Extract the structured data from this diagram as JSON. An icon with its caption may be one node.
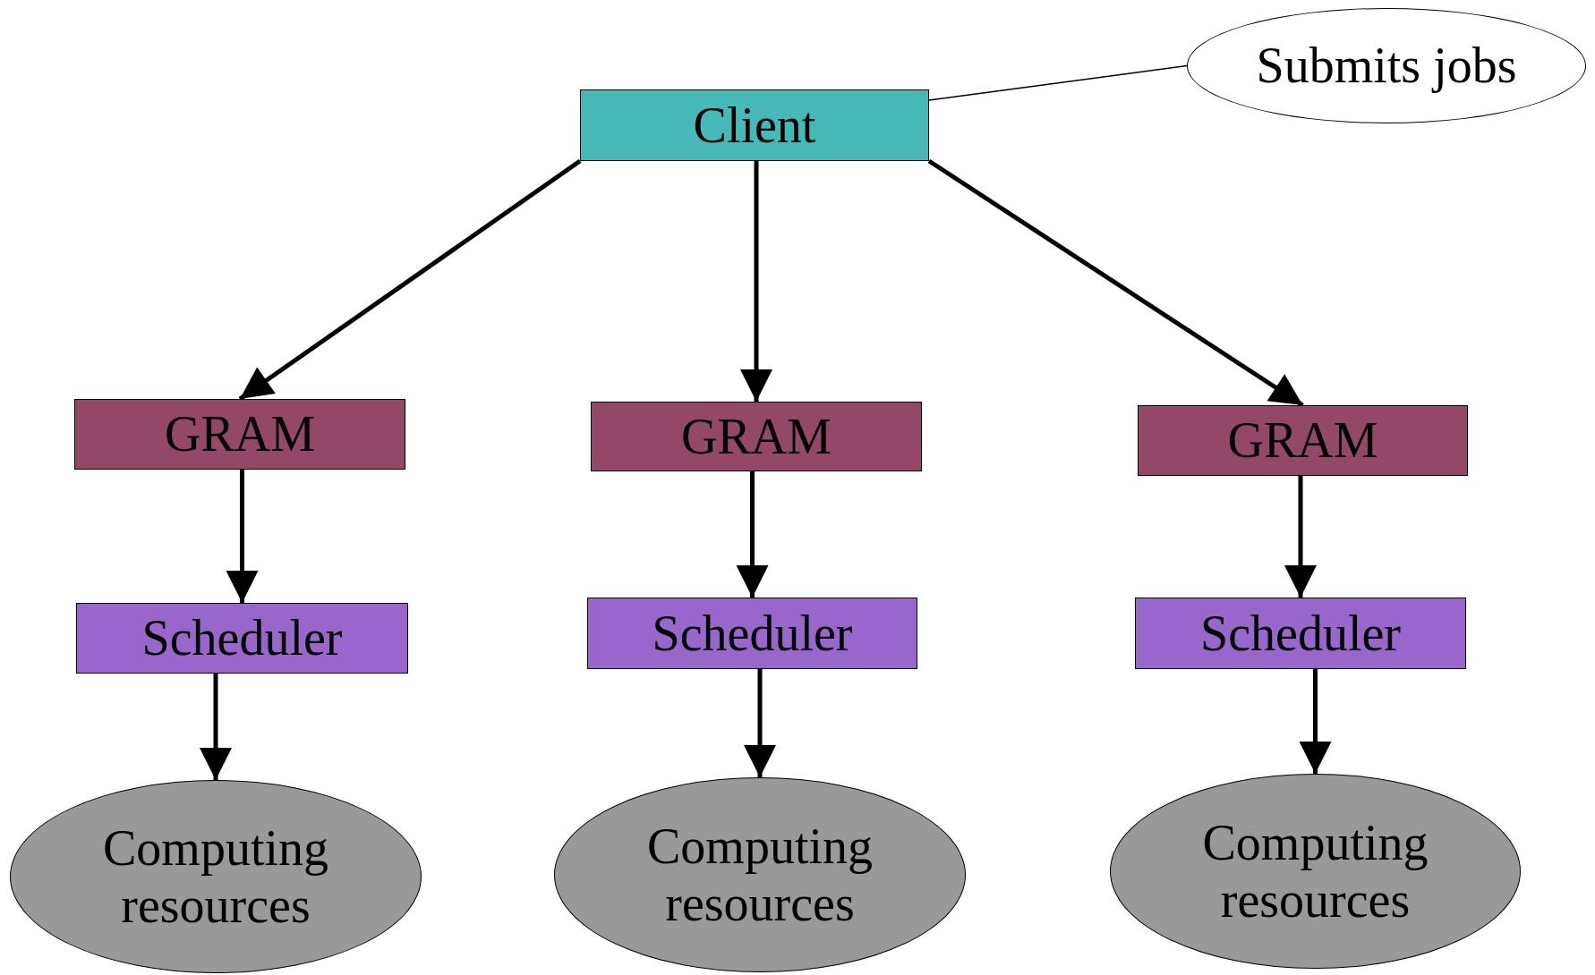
{
  "diagram": {
    "nodes": [
      {
        "text": [
          "Client"
        ]
      },
      {
        "text": [
          "Submits jobs"
        ]
      },
      {
        "text": [
          "GRAM"
        ]
      },
      {
        "text": [
          "GRAM"
        ]
      },
      {
        "text": [
          "GRAM"
        ]
      },
      {
        "text": [
          "Scheduler"
        ]
      },
      {
        "text": [
          "Scheduler"
        ]
      },
      {
        "text": [
          "Scheduler"
        ]
      },
      {
        "text": [
          "Computing resources"
        ]
      },
      {
        "text": [
          "Computing resources"
        ]
      },
      {
        "text": [
          "Computing resources"
        ]
      }
    ],
    "edges": [
      {
        "from": 0,
        "to": 1,
        "arrow": "none"
      },
      {
        "from": 0,
        "to": 2,
        "arrow": "to"
      },
      {
        "from": 0,
        "to": 3,
        "arrow": "to"
      },
      {
        "from": 0,
        "to": 4,
        "arrow": "to"
      },
      {
        "from": 2,
        "to": 5,
        "arrow": "to"
      },
      {
        "from": 3,
        "to": 6,
        "arrow": "to"
      },
      {
        "from": 4,
        "to": 7,
        "arrow": "to"
      },
      {
        "from": 5,
        "to": 8,
        "arrow": "to"
      },
      {
        "from": 6,
        "to": 9,
        "arrow": "to"
      },
      {
        "from": 7,
        "to": 10,
        "arrow": "to"
      }
    ]
  }
}
